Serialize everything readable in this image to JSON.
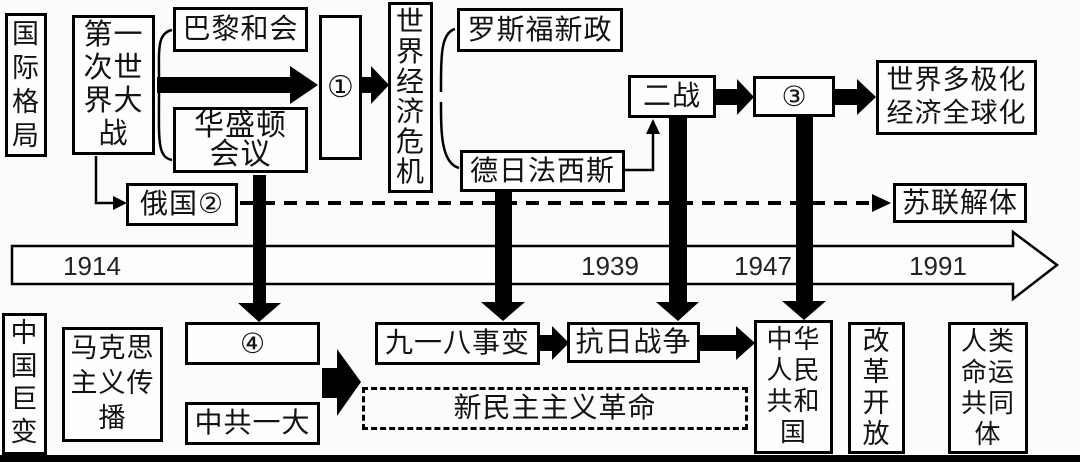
{
  "diagram": {
    "left_axis_labels": {
      "international_order": "国际格局",
      "china_transformation": "中国巨变"
    },
    "top_track": {
      "ww1": "第一次世界大战",
      "paris_conference": "巴黎和会",
      "washington_conference": "华盛顿会议",
      "blank_slot_1": "①",
      "world_economic_crisis": "世界经济危机",
      "roosevelt_new_deal": "罗斯福新政",
      "german_japanese_fascism": "德日法西斯",
      "ww2": "二战",
      "blank_slot_3": "③",
      "multipolar_globalization": "世界多极化经济全球化",
      "russia_blank_slot_2": "俄国②",
      "ussr_dissolution": "苏联解体"
    },
    "timeline_years": [
      "1914",
      "1939",
      "1947",
      "1991"
    ],
    "bottom_track": {
      "marxism_spread": "马克思主义传播",
      "blank_slot_4": "④",
      "ccp_first_congress": "中共一大",
      "september_18_incident": "九一八事变",
      "war_of_resistance": "抗日战争",
      "new_democratic_revolution": "新民主主义革命",
      "prc_founding": "中华人民共和国",
      "reform_opening": "改革开放",
      "human_community": "人类命运共同体"
    },
    "colors": {
      "ink": "#000000",
      "box_bg": "#fefefe",
      "page_bg": "#fbfbfb"
    }
  }
}
